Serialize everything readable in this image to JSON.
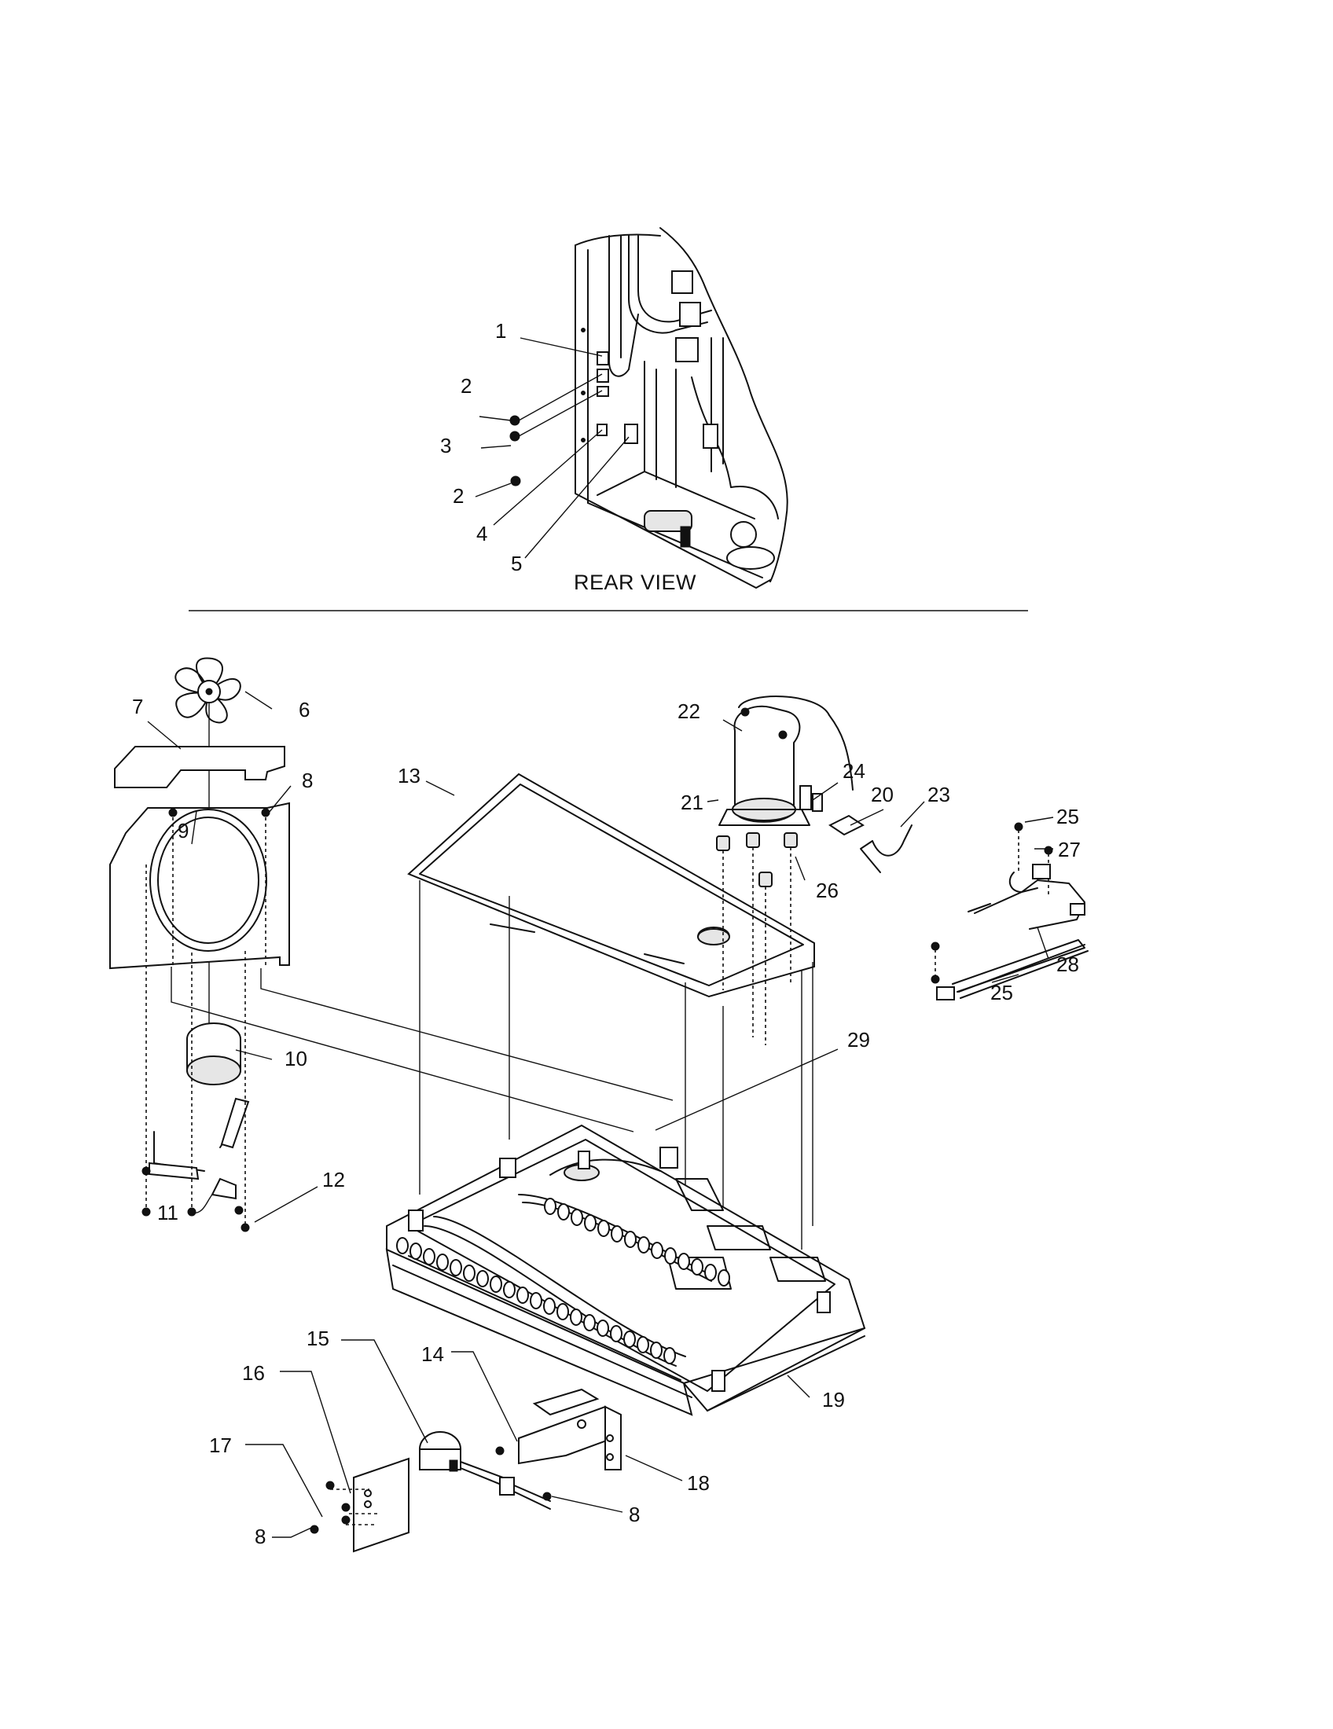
{
  "caption": "REAR VIEW",
  "callouts": [
    "1",
    "2",
    "3",
    "2",
    "4",
    "5",
    "6",
    "7",
    "8",
    "9",
    "10",
    "11",
    "12",
    "13",
    "14",
    "15",
    "16",
    "17",
    "8",
    "8",
    "18",
    "19",
    "20",
    "21",
    "22",
    "23",
    "24",
    "25",
    "26",
    "27",
    "28",
    "25",
    "29"
  ]
}
